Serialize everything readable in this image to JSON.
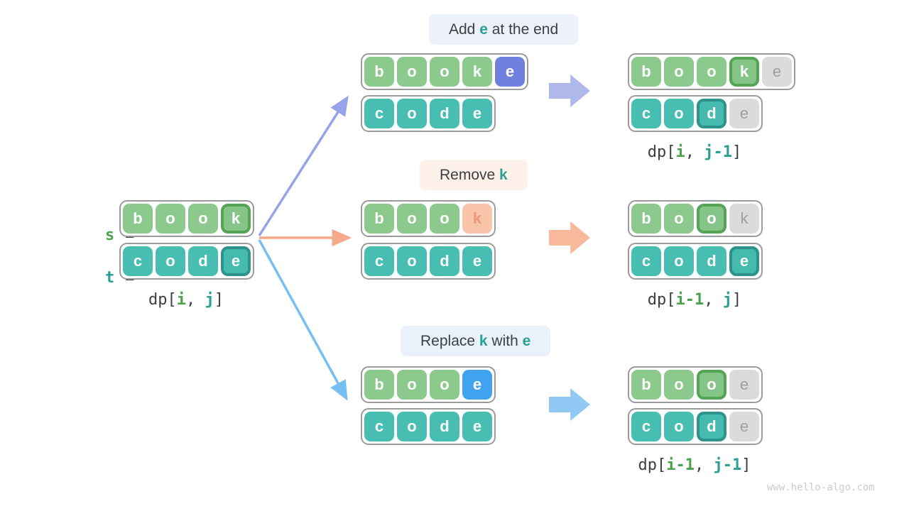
{
  "watermark": "www.hello-algo.com",
  "colors": {
    "green": "#8CC98C",
    "green_hl_fill": "#85C487",
    "green_hl_ring": "#55A455",
    "teal": "#48BDB2",
    "teal_hl_fill": "#45BAAE",
    "teal_hl_ring": "#2E938A",
    "gray_fill": "#DBDBDB",
    "gray_text": "#9E9E9E",
    "peach_fill": "#F9C4AA",
    "peach_text": "#EF9678",
    "indigo": "#6F80DF",
    "blue": "#3FA3F0",
    "arrow_indigo": "#97A3E8",
    "arrow_peach": "#F5A98C",
    "arrow_blue": "#77BEF2",
    "fat_indigo": "#AEB8EA",
    "fat_peach": "#F8B99D",
    "fat_blue": "#90CAF4",
    "badge_blue_bg": "#EDF1FA",
    "badge_peach_bg": "#FDF1EA",
    "badge_lightblue_bg": "#E9F2FB",
    "text_dark": "#3C4043",
    "accent_green": "#4BA24C",
    "accent_teal": "#2AA094",
    "border_gray": "#9B9B9B"
  },
  "left": {
    "s_name": "s",
    "t_name": "t",
    "eq": "=",
    "s_row": [
      {
        "ch": "b",
        "t": "green"
      },
      {
        "ch": "o",
        "t": "green"
      },
      {
        "ch": "o",
        "t": "green"
      },
      {
        "ch": "k",
        "t": "green-hl"
      }
    ],
    "t_row": [
      {
        "ch": "c",
        "t": "teal"
      },
      {
        "ch": "o",
        "t": "teal"
      },
      {
        "ch": "d",
        "t": "teal"
      },
      {
        "ch": "e",
        "t": "teal-hl"
      }
    ],
    "dp": [
      {
        "text": "dp[",
        "c": "dark"
      },
      {
        "text": "i",
        "c": "green-b"
      },
      {
        "text": ", ",
        "c": "dark"
      },
      {
        "text": "j",
        "c": "teal-b"
      },
      {
        "text": "]",
        "c": "dark"
      }
    ]
  },
  "branches": [
    {
      "name": "add",
      "label": [
        {
          "text": "Add ",
          "c": "dark"
        },
        {
          "text": "e",
          "c": "teal-b"
        },
        {
          "text": " at the end",
          "c": "dark"
        }
      ],
      "mid_rows": [
        [
          {
            "ch": "b",
            "t": "green"
          },
          {
            "ch": "o",
            "t": "green"
          },
          {
            "ch": "o",
            "t": "green"
          },
          {
            "ch": "k",
            "t": "green"
          },
          {
            "ch": "e",
            "t": "indigo"
          }
        ],
        [
          {
            "ch": "c",
            "t": "teal"
          },
          {
            "ch": "o",
            "t": "teal"
          },
          {
            "ch": "d",
            "t": "teal"
          },
          {
            "ch": "e",
            "t": "teal"
          }
        ]
      ],
      "res_rows": [
        [
          {
            "ch": "b",
            "t": "green"
          },
          {
            "ch": "o",
            "t": "green"
          },
          {
            "ch": "o",
            "t": "green"
          },
          {
            "ch": "k",
            "t": "green-hl"
          },
          {
            "ch": "e",
            "t": "gray"
          }
        ],
        [
          {
            "ch": "c",
            "t": "teal"
          },
          {
            "ch": "o",
            "t": "teal"
          },
          {
            "ch": "d",
            "t": "teal-hl"
          },
          {
            "ch": "e",
            "t": "gray"
          }
        ]
      ],
      "dp": [
        {
          "text": "dp[",
          "c": "dark"
        },
        {
          "text": "i",
          "c": "green-b"
        },
        {
          "text": ", ",
          "c": "dark"
        },
        {
          "text": "j-1",
          "c": "teal-b"
        },
        {
          "text": "]",
          "c": "dark"
        }
      ]
    },
    {
      "name": "remove",
      "label": [
        {
          "text": "Remove ",
          "c": "dark"
        },
        {
          "text": "k",
          "c": "teal-b"
        }
      ],
      "mid_rows": [
        [
          {
            "ch": "b",
            "t": "green"
          },
          {
            "ch": "o",
            "t": "green"
          },
          {
            "ch": "o",
            "t": "green"
          },
          {
            "ch": "k",
            "t": "peach"
          }
        ],
        [
          {
            "ch": "c",
            "t": "teal"
          },
          {
            "ch": "o",
            "t": "teal"
          },
          {
            "ch": "d",
            "t": "teal"
          },
          {
            "ch": "e",
            "t": "teal"
          }
        ]
      ],
      "res_rows": [
        [
          {
            "ch": "b",
            "t": "green"
          },
          {
            "ch": "o",
            "t": "green"
          },
          {
            "ch": "o",
            "t": "green-hl"
          },
          {
            "ch": "k",
            "t": "gray"
          }
        ],
        [
          {
            "ch": "c",
            "t": "teal"
          },
          {
            "ch": "o",
            "t": "teal"
          },
          {
            "ch": "d",
            "t": "teal"
          },
          {
            "ch": "e",
            "t": "teal-hl"
          }
        ]
      ],
      "dp": [
        {
          "text": "dp[",
          "c": "dark"
        },
        {
          "text": "i-1",
          "c": "green-b"
        },
        {
          "text": ", ",
          "c": "dark"
        },
        {
          "text": "j",
          "c": "teal-b"
        },
        {
          "text": "]",
          "c": "dark"
        }
      ]
    },
    {
      "name": "replace",
      "label": [
        {
          "text": "Replace ",
          "c": "dark"
        },
        {
          "text": "k",
          "c": "teal-b"
        },
        {
          "text": " with ",
          "c": "dark"
        },
        {
          "text": "e",
          "c": "teal-b"
        }
      ],
      "mid_rows": [
        [
          {
            "ch": "b",
            "t": "green"
          },
          {
            "ch": "o",
            "t": "green"
          },
          {
            "ch": "o",
            "t": "green"
          },
          {
            "ch": "e",
            "t": "blue"
          }
        ],
        [
          {
            "ch": "c",
            "t": "teal"
          },
          {
            "ch": "o",
            "t": "teal"
          },
          {
            "ch": "d",
            "t": "teal"
          },
          {
            "ch": "e",
            "t": "teal"
          }
        ]
      ],
      "res_rows": [
        [
          {
            "ch": "b",
            "t": "green"
          },
          {
            "ch": "o",
            "t": "green"
          },
          {
            "ch": "o",
            "t": "green-hl"
          },
          {
            "ch": "e",
            "t": "gray"
          }
        ],
        [
          {
            "ch": "c",
            "t": "teal"
          },
          {
            "ch": "o",
            "t": "teal"
          },
          {
            "ch": "d",
            "t": "teal-hl"
          },
          {
            "ch": "e",
            "t": "gray"
          }
        ]
      ],
      "dp": [
        {
          "text": "dp[",
          "c": "dark"
        },
        {
          "text": "i-1",
          "c": "green-b"
        },
        {
          "text": ", ",
          "c": "dark"
        },
        {
          "text": "j-1",
          "c": "teal-b"
        },
        {
          "text": "]",
          "c": "dark"
        }
      ]
    }
  ]
}
